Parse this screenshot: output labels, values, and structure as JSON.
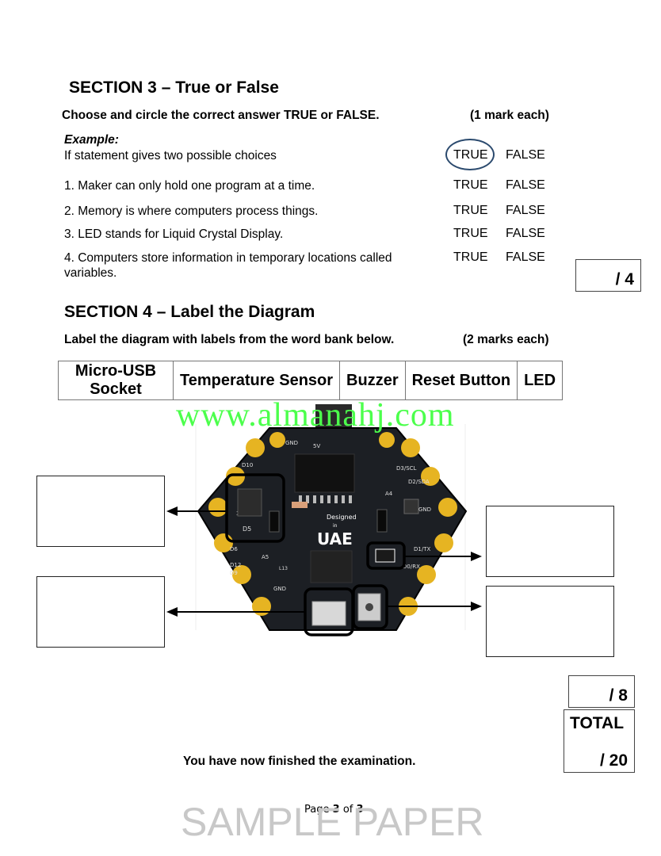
{
  "section3": {
    "title": "SECTION 3 – True or False",
    "instruction": "Choose and circle the correct answer TRUE or FALSE.",
    "marks": "(1 mark each)",
    "example_label": "Example:",
    "example_text": "If statement gives two possible choices",
    "true_label": "TRUE",
    "false_label": "FALSE",
    "questions": [
      "1. Maker can only hold one program at a time.",
      "2. Memory is where computers process things.",
      "3. LED stands for Liquid Crystal Display.",
      "4. Computers store information in temporary locations called variables."
    ],
    "score": "/ 4"
  },
  "section4": {
    "title": "SECTION 4 – Label the Diagram",
    "instruction": "Label the diagram with labels from the word bank below.",
    "marks": "(2 marks each)",
    "word_bank": [
      "Micro-USB Socket",
      "Temperature Sensor",
      "Buzzer",
      "Reset Button",
      "LED"
    ],
    "score": "/ 8"
  },
  "total": {
    "label": "TOTAL",
    "score": "/ 20"
  },
  "finished_text": "You have now finished the examination.",
  "footer": {
    "page_word": "Page",
    "current": "3",
    "of_word": "of",
    "total_pages": "3"
  },
  "watermark": "www.almanahj.com",
  "sample_text": "SAMPLE PAPER",
  "board": {
    "pins": [
      "D10",
      "D9",
      "A4",
      "D3/SCL",
      "D2/SDA",
      "GND",
      "D1/TX",
      "D0/RX",
      "GND",
      "D12",
      "D6",
      "A5",
      "GND",
      "3V",
      "5V"
    ],
    "brand_top": "Designed",
    "brand_mid": "in",
    "brand_main": "UAE",
    "buzzer_label": "D5",
    "led_label": "L13"
  },
  "colors": {
    "circle": "#2b4a6e",
    "watermark": "#4cff4c",
    "board": "#1c1f24",
    "pad": "#e6b422"
  }
}
